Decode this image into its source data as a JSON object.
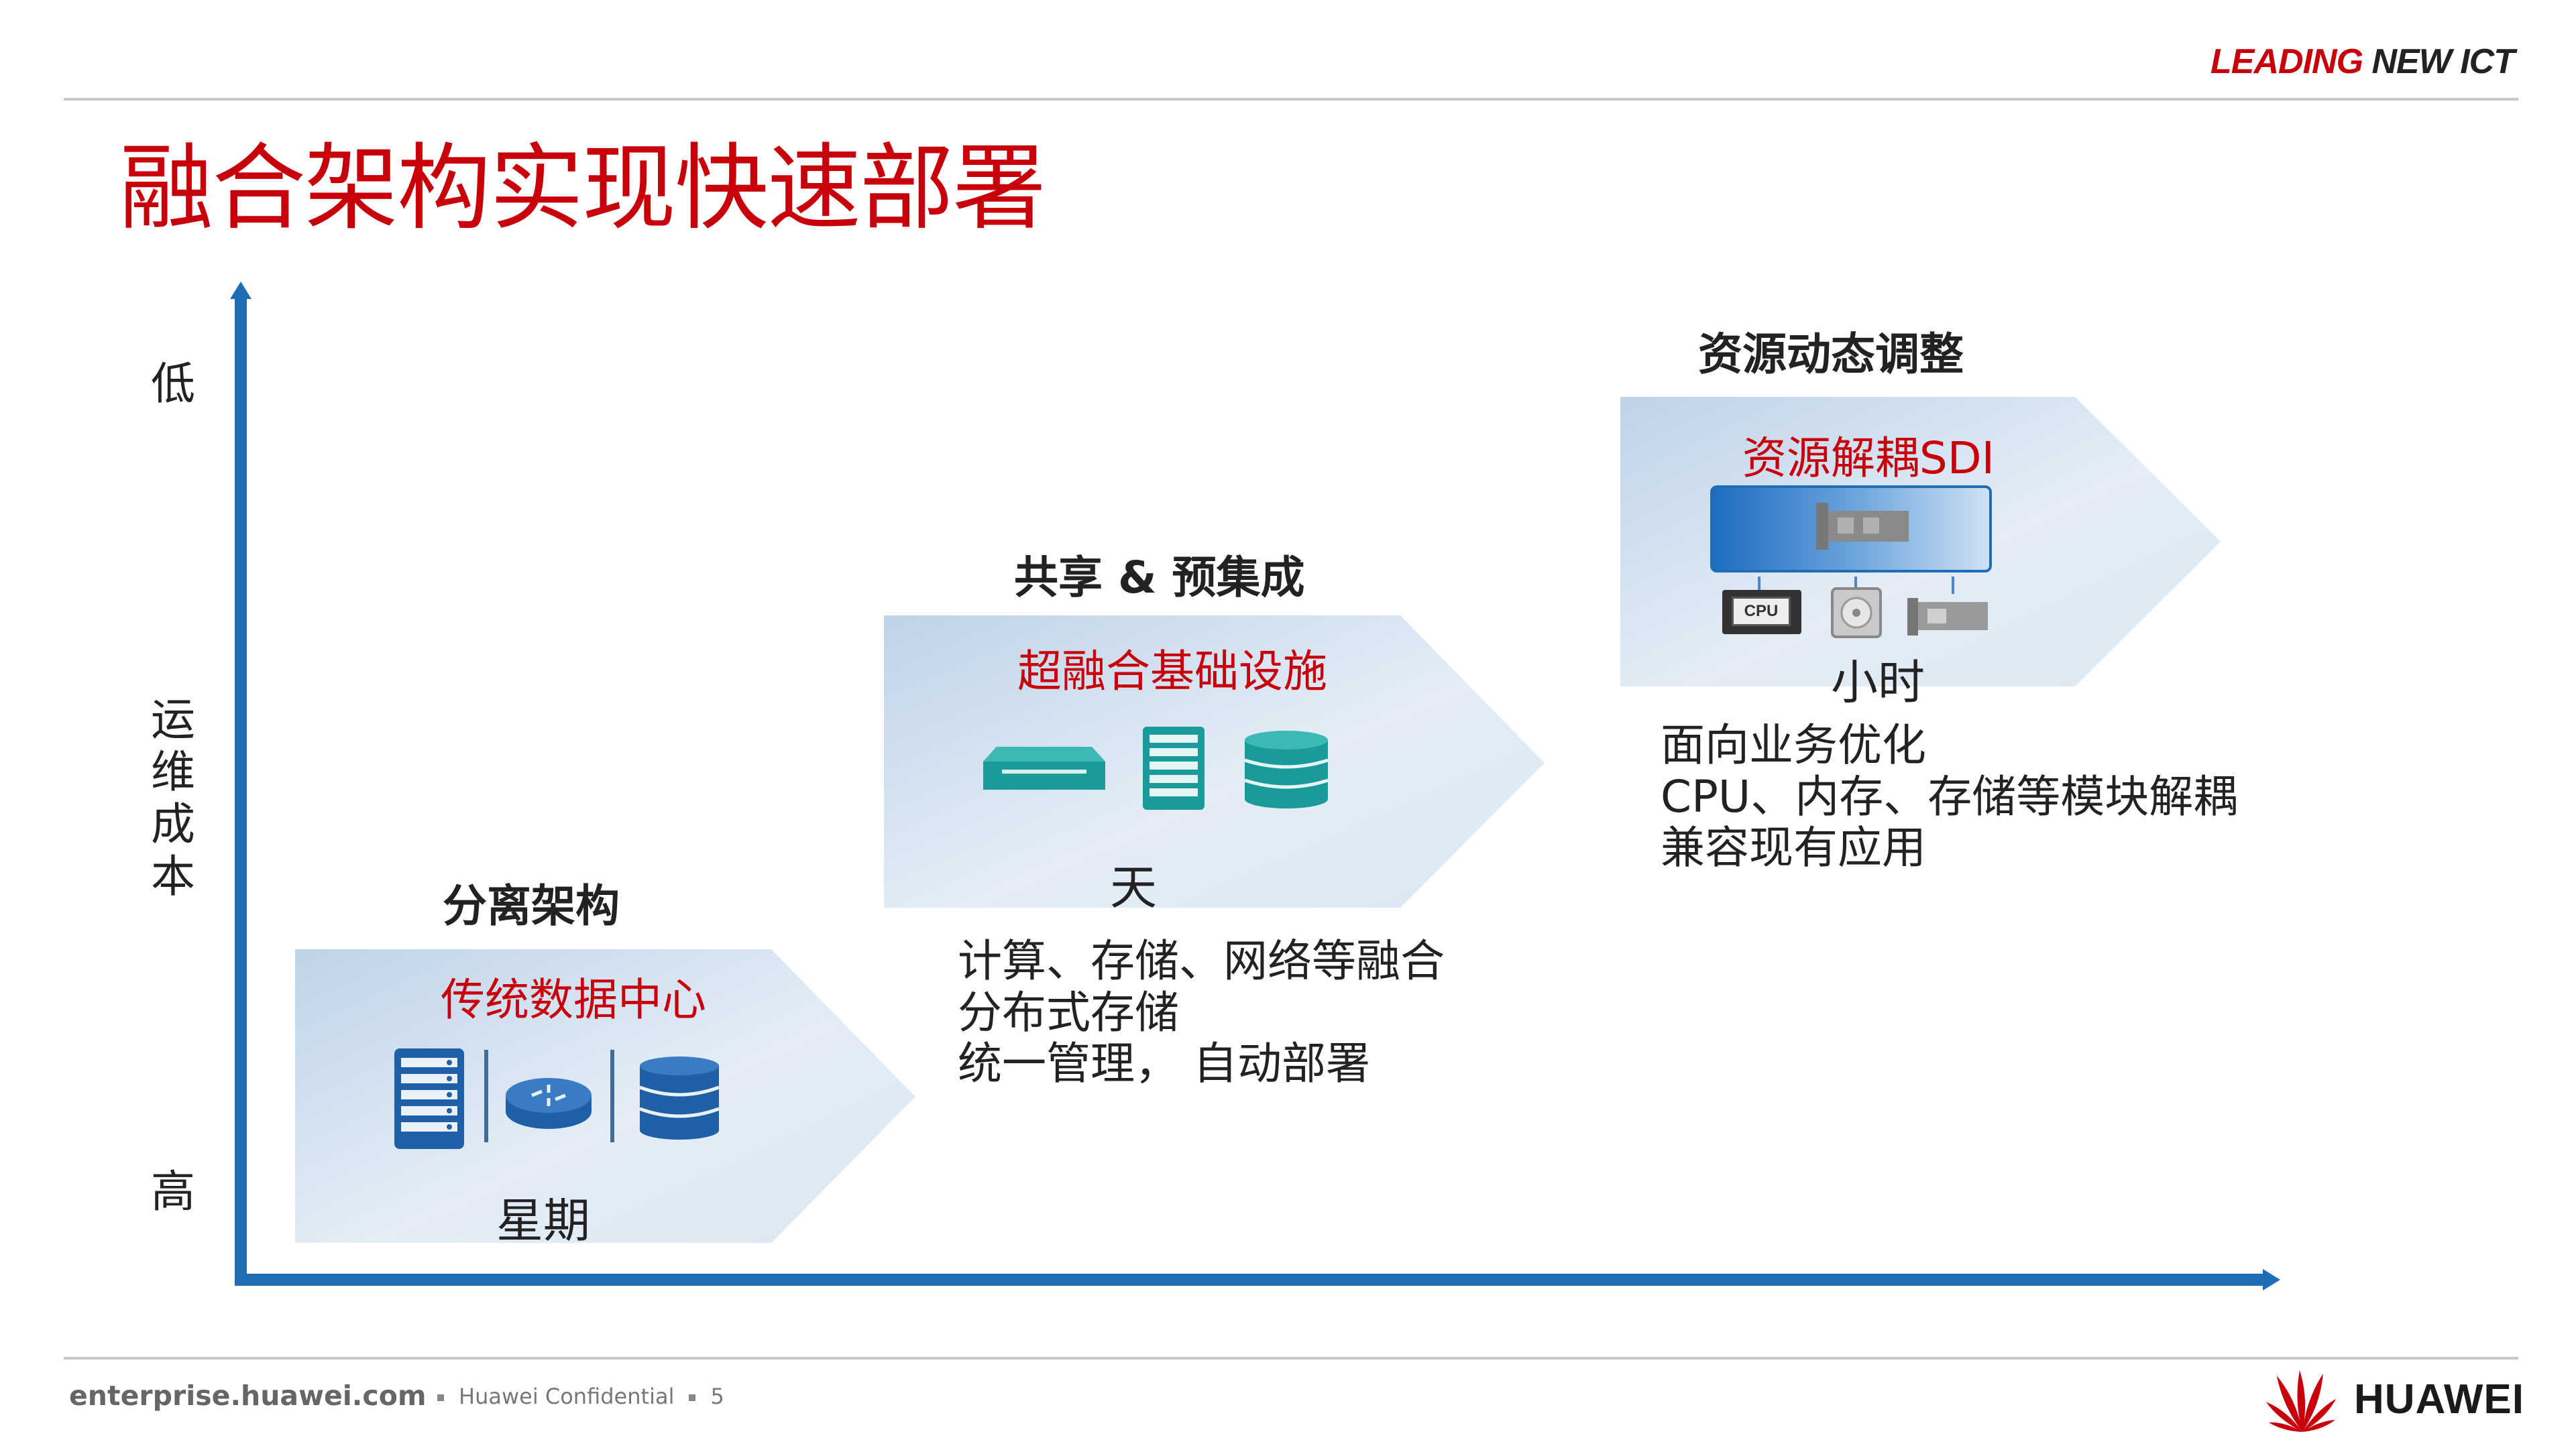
{
  "header": {
    "brand_tag_red": "LEADING",
    "brand_tag_dark": "NEW ICT",
    "title": "融合架构实现快速部署"
  },
  "axis": {
    "low": "低",
    "high": "高",
    "cost_label_chars": [
      "运",
      "维",
      "成",
      "本"
    ]
  },
  "stages": [
    {
      "heading": "分离架构",
      "box_title": "传统数据中心",
      "time": "星期",
      "descriptions": [],
      "icons": [
        "server-rack-icon",
        "router-icon",
        "database-icon"
      ]
    },
    {
      "heading": "共享 & 预集成",
      "box_title": "超融合基础设施",
      "time": "天",
      "descriptions": [
        "计算、存储、网络等融合",
        "分布式存储",
        "统一管理， 自动部署"
      ],
      "icons": [
        "switch-icon",
        "server-rack-icon",
        "database-icon"
      ]
    },
    {
      "heading": "资源动态调整",
      "box_title": "资源解耦SDI",
      "time": "小时",
      "descriptions": [
        "面向业务优化",
        "CPU、内存、存储等模块解耦",
        "兼容现有应用"
      ],
      "icons": [
        "expansion-card-icon",
        "cpu-icon",
        "disk-icon",
        "network-card-icon"
      ],
      "cpu_chip_text": "CPU"
    }
  ],
  "footer": {
    "site": "enterprise.huawei.com",
    "confidential": "Huawei Confidential",
    "page_number": "5",
    "logo_text": "HUAWEI"
  },
  "colors": {
    "brand_red": "#c7000b",
    "axis_blue": "#1f6eb5",
    "icon_teal": "#1a9a9a",
    "icon_navy": "#1f5fa8",
    "chevron_fill_light": "#e4edf6",
    "chevron_fill_dark": "#bfd3e8"
  }
}
